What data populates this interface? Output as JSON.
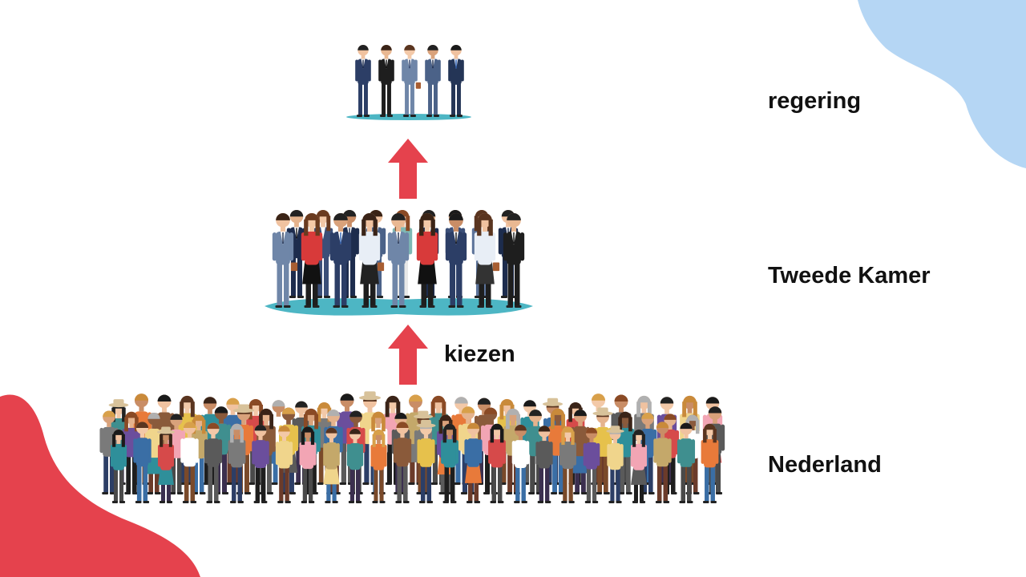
{
  "levels": {
    "top": "regering",
    "middle": "Tweede Kamer",
    "bottom": "Nederland"
  },
  "arrow_label": "kiezen",
  "colors": {
    "arrow": "#e5424d",
    "blob_red": "#e5424d",
    "blob_blue": "#b5d6f4",
    "platform": "#4db6c4",
    "text": "#111111"
  },
  "icons": {
    "top_group": "government-ministers-illustration",
    "middle_group": "parliament-members-illustration",
    "bottom_group": "citizens-crowd-illustration",
    "arrow": "arrow-up-icon"
  }
}
